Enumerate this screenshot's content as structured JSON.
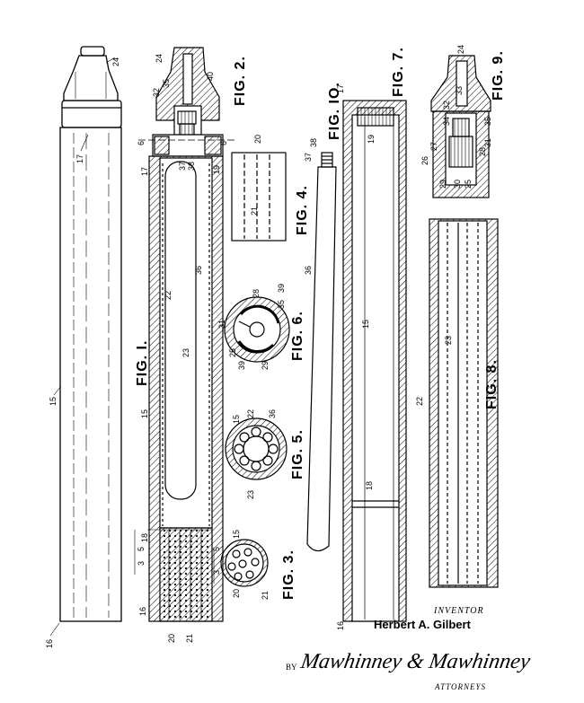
{
  "figures": {
    "fig1": "FIG. I.",
    "fig2": "FIG. 2.",
    "fig3": "FIG. 3.",
    "fig4": "FIG. 4.",
    "fig5": "FIG. 5.",
    "fig6": "FIG. 6.",
    "fig7": "FIG. 7.",
    "fig8": "FIG. 8.",
    "fig9": "FIG. 9.",
    "fig10": "FIG. IO."
  },
  "refs": {
    "r15": "15",
    "r16": "16",
    "r17": "17",
    "r18": "18",
    "r19": "19",
    "r20": "20",
    "r21": "21",
    "r22": "22",
    "r23": "23",
    "r24": "24",
    "r25": "25",
    "r26": "26",
    "r27": "27",
    "r28": "28",
    "r29": "29",
    "r30": "30",
    "r31": "31",
    "r32": "32",
    "r33": "33",
    "r34": "34",
    "r35": "35",
    "r36": "36",
    "r37": "37",
    "r38": "38",
    "r39": "39",
    "r40": "40",
    "r6": "6",
    "r3": "3",
    "r5": "5"
  },
  "inventor": {
    "label": "INVENTOR",
    "name": "Herbert A. Gilbert"
  },
  "attorneys": {
    "by": "BY",
    "signature": "Mawhinney & Mawhinney",
    "label": "ATTORNEYS"
  }
}
